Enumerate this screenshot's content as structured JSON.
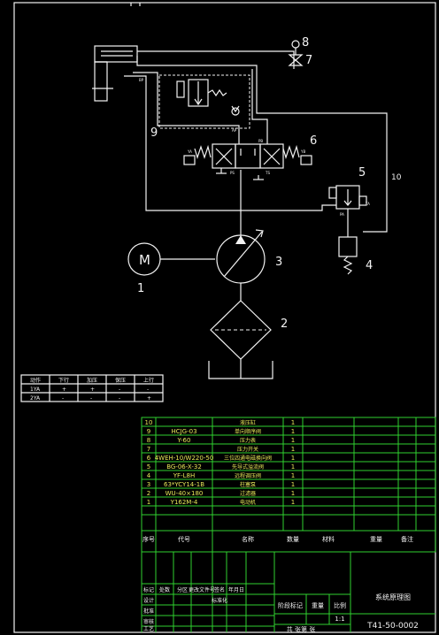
{
  "diagram": {
    "labels": {
      "m": "M",
      "n1": "1",
      "n2": "2",
      "n3": "3",
      "n4": "4",
      "n5": "5",
      "n6": "6",
      "n7": "7",
      "n8": "8",
      "n9": "9",
      "n10": "10",
      "ya": "YA",
      "yb": "YB",
      "ap": "AP",
      "pb": "PB",
      "bp": "BP",
      "ps": "PS",
      "ts": "TS",
      "pa": "PA",
      "ta": "TA"
    },
    "action_table": {
      "headers": [
        "动作",
        "下行",
        "加压",
        "保压",
        "上行"
      ],
      "rows": [
        [
          "1YA",
          "+",
          "+",
          "-",
          "-"
        ],
        [
          "2YA",
          "-",
          "-",
          "-",
          "+"
        ]
      ]
    },
    "parts_list": {
      "rows": [
        {
          "no": "10",
          "code": "",
          "name": "液压缸",
          "qty": "1"
        },
        {
          "no": "9",
          "code": "HCJG-03",
          "name": "单向顺序阀",
          "qty": "1"
        },
        {
          "no": "8",
          "code": "Y-60",
          "name": "压力表",
          "qty": "1"
        },
        {
          "no": "7",
          "code": "",
          "name": "压力开关",
          "qty": "1"
        },
        {
          "no": "6",
          "code": "4WEH-10/W220-50",
          "name": "三位四通电磁换向阀",
          "qty": "1"
        },
        {
          "no": "5",
          "code": "BG-06-X-32",
          "name": "先导式溢流阀",
          "qty": "1"
        },
        {
          "no": "4",
          "code": "YF-L8H",
          "name": "远程调压阀",
          "qty": "1"
        },
        {
          "no": "3",
          "code": "63*YCY14-1B",
          "name": "柱塞泵",
          "qty": "1"
        },
        {
          "no": "2",
          "code": "WU-40×180",
          "name": "过滤器",
          "qty": "1"
        },
        {
          "no": "1",
          "code": "Y162M-4",
          "name": "电动机",
          "qty": "1"
        }
      ],
      "header": [
        "序号",
        "代号",
        "名称",
        "数量",
        "材料",
        "重量",
        "备注"
      ]
    },
    "title_block": {
      "revision_headers": [
        "标记",
        "处数",
        "分区",
        "更改文件号",
        "签名",
        "年月日"
      ],
      "row_labels": [
        "设计",
        "标准化",
        "审核",
        "工艺",
        "批准"
      ],
      "stage_mark": "阶段标记",
      "weight": "重量",
      "scale": "比例",
      "scale_value": "1:1",
      "drawing_title": "系统原理图",
      "drawing_no": "T41-50-0002",
      "sheet_info": "共  张第  张"
    }
  }
}
